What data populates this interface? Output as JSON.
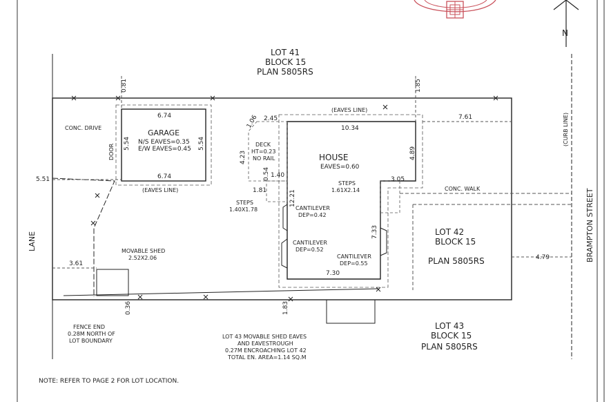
{
  "north": {
    "label": "N"
  },
  "lot41": {
    "l1": "LOT 41",
    "l2": "BLOCK 15",
    "l3": "PLAN 5805RS"
  },
  "lot42": {
    "l1": "LOT 42",
    "l2": "BLOCK 15",
    "l3": "PLAN 5805RS"
  },
  "lot43": {
    "l1": "LOT 43",
    "l2": "BLOCK 15",
    "l3": "PLAN 5805RS"
  },
  "streets": {
    "lane": "LANE",
    "brampton": "BRAMPTON STREET",
    "curb": "(CURB LINE)"
  },
  "garage": {
    "title": "GARAGE",
    "ns": "N/S EAVES=0.35",
    "ew": "E/W EAVES=0.45",
    "eaves_line": "(EAVES LINE)",
    "door": "DOOR",
    "top": "6.74",
    "bottom": "6.74",
    "left": "5.54",
    "right": "5.54"
  },
  "house": {
    "title": "HOUSE",
    "eaves": "EAVES=0.60",
    "eaves_line": "(EAVES LINE)",
    "top": "10.34",
    "right": "4.89",
    "bottom": "7.30",
    "step_right": "3.05",
    "right_lower": "7.33",
    "left_upper": "12.21"
  },
  "deck": {
    "l1": "DECK",
    "l2": "HT=0.23",
    "l3": "NO RAIL"
  },
  "cantilevers": [
    {
      "l1": "CANTILEVER",
      "l2": "DEP=0.42"
    },
    {
      "l1": "CANTILEVER",
      "l2": "DEP=0.52"
    },
    {
      "l1": "CANTILEVER",
      "l2": "DEP=0.55"
    }
  ],
  "steps_left": {
    "l1": "STEPS",
    "l2": "1.40X1.78"
  },
  "steps_right": {
    "l1": "STEPS",
    "l2": "1.61X2.14"
  },
  "shed": {
    "l1": "MOVABLE SHED",
    "l2": "2.52X2.06"
  },
  "labels": {
    "conc_drive": "CONC. DRIVE",
    "conc_walk": "CONC. WALK",
    "fence_end_1": "FENCE END",
    "fence_end_2": "0.28M NORTH OF",
    "fence_end_3": "LOT BOUNDARY",
    "lot43_note_1": "LOT 43 MOVABLE SHED EAVES",
    "lot43_note_2": "AND EAVESTROUGH",
    "lot43_note_3": "0.27M ENCROACHING LOT 42",
    "lot43_note_4": "TOTAL EN. AREA=1.14 SQ.M",
    "note": "NOTE:  REFER TO PAGE 2 FOR LOT LOCATION."
  },
  "dims": {
    "d081": "0.81",
    "d185": "1.85",
    "d551": "5.51",
    "d761": "7.61",
    "d479": "4.79",
    "d361": "3.61",
    "d036": "0.36",
    "d183": "1.83",
    "d106": "1.06",
    "d245": "2.45",
    "d423": "4.23",
    "d054": "0.54",
    "d140": "1.40",
    "d181": "1.81"
  }
}
